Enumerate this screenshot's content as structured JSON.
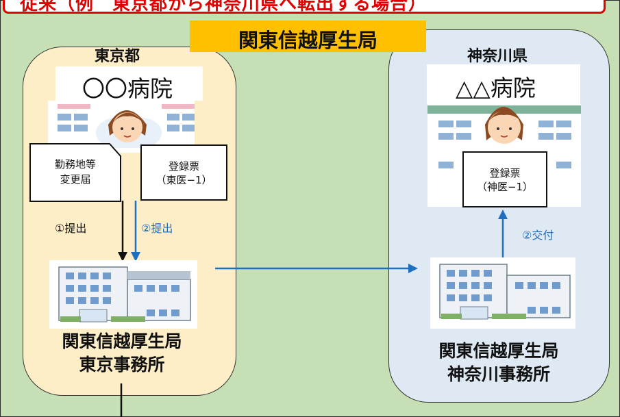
{
  "banner": {
    "text": "従来（例　東京都から神奈川県へ転出する場合）"
  },
  "header": {
    "title": "関東信越厚生局"
  },
  "tokyo": {
    "region_label": "東京都",
    "hospital_name": "〇〇病院",
    "doc_change": [
      "勤務地等",
      "変更届"
    ],
    "doc_register": [
      "登録票",
      "（東医−1）"
    ],
    "step1_label": "①提出",
    "step2_label": "②提出",
    "office_name": [
      "関東信越厚生局",
      "東京事務所"
    ]
  },
  "kanagawa": {
    "region_label": "神奈川県",
    "hospital_name": "△△病院",
    "doc_register": [
      "登録票",
      "（神医−1）"
    ],
    "step2_label": "②交付",
    "office_name": [
      "関東信越厚生局",
      "神奈川事務所"
    ]
  },
  "colors": {
    "banner_red": "#e00000",
    "title_yellow": "#ffc000",
    "background_green": "#c6dfb4",
    "tokyo_fill": "#fdeec7",
    "kanagawa_fill": "#dee9f3",
    "flow_blue": "#1f6fbf"
  }
}
